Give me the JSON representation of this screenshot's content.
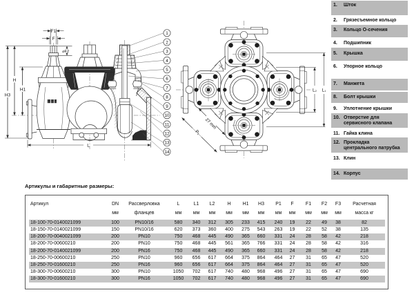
{
  "diagram": {
    "dims": {
      "f1": "F1",
      "f": "F",
      "f2": "⌀F2",
      "h": "H",
      "h1": "H1",
      "h3": "H3",
      "l": "L",
      "l1": "L₁",
      "l2": "L₂",
      "p1": "P₁",
      "d27": "27 mm"
    },
    "callouts": [
      "1",
      "2",
      "3",
      "4",
      "5",
      "6",
      "7",
      "8",
      "9",
      "10",
      "11",
      "12",
      "13",
      "14"
    ]
  },
  "parts_list": {
    "items": [
      {
        "num": "1.",
        "label": "Шток"
      },
      {
        "num": "2.",
        "label": "Грязесъемное кольцо"
      },
      {
        "num": "3.",
        "label": "Кольцо О-сечения"
      },
      {
        "num": "4.",
        "label": "Подшипник"
      },
      {
        "num": "5.",
        "label": "Крышка"
      },
      {
        "num": "6.",
        "label": "Упорное кольцо"
      },
      {
        "num": "7.",
        "label": "Манжета"
      },
      {
        "num": "8.",
        "label": "Болт крышки"
      },
      {
        "num": "9.",
        "label": "Уплотнение крышки"
      },
      {
        "num": "10.",
        "label": "Отверстие для сервисного клапана"
      },
      {
        "num": "11.",
        "label": "Гайка клина"
      },
      {
        "num": "12.",
        "label": "Прокладка центрального патрубка"
      },
      {
        "num": "13.",
        "label": "Клин"
      },
      {
        "num": "14.",
        "label": "Корпус"
      }
    ]
  },
  "table": {
    "title": "Артикулы и габаритные размеры:",
    "columns": [
      {
        "name": "Артикул",
        "unit": ""
      },
      {
        "name": "DN",
        "unit": "мм"
      },
      {
        "name": "Рассверловка",
        "unit": "фланцев"
      },
      {
        "name": "L",
        "unit": "мм"
      },
      {
        "name": "L1",
        "unit": "мм"
      },
      {
        "name": "L2",
        "unit": "мм"
      },
      {
        "name": "H",
        "unit": "мм"
      },
      {
        "name": "H1",
        "unit": "мм"
      },
      {
        "name": "H3",
        "unit": "мм"
      },
      {
        "name": "P1",
        "unit": "мм"
      },
      {
        "name": "F",
        "unit": "мм"
      },
      {
        "name": "F1",
        "unit": "мм"
      },
      {
        "name": "F2",
        "unit": "мм"
      },
      {
        "name": "F3",
        "unit": "мм"
      },
      {
        "name": "Расчетная",
        "unit": "масса кг"
      }
    ],
    "rows": [
      [
        "18-100-70-0140021099",
        "100",
        "PN10/16",
        "580",
        "340",
        "312",
        "305",
        "233",
        "415",
        "240",
        "19",
        "22",
        "49",
        "38",
        "82"
      ],
      [
        "18-150-70-0140021099",
        "150",
        "PN10/16",
        "620",
        "373",
        "360",
        "400",
        "275",
        "543",
        "263",
        "19",
        "22",
        "52",
        "38",
        "135"
      ],
      [
        "18-200-70-0040021099",
        "200",
        "PN10",
        "750",
        "468",
        "445",
        "490",
        "365",
        "660",
        "331",
        "24",
        "28",
        "58",
        "42",
        "218"
      ],
      [
        "18-200-70-00600210",
        "200",
        "PN10",
        "750",
        "468",
        "445",
        "561",
        "365",
        "766",
        "331",
        "24",
        "28",
        "58",
        "42",
        "316"
      ],
      [
        "18-200-70-0140021099",
        "200",
        "PN16",
        "750",
        "468",
        "445",
        "490",
        "365",
        "660",
        "331",
        "24",
        "28",
        "58",
        "42",
        "218"
      ],
      [
        "18-250-70-00600210",
        "250",
        "PN10",
        "960",
        "656",
        "617",
        "664",
        "375",
        "864",
        "464",
        "27",
        "31",
        "65",
        "47",
        "520"
      ],
      [
        "18-250-70-01600210",
        "250",
        "PN16",
        "960",
        "656",
        "617",
        "664",
        "375",
        "864",
        "464",
        "27",
        "31",
        "65",
        "47",
        "520"
      ],
      [
        "18-300-70-00600210",
        "300",
        "PN10",
        "1050",
        "702",
        "617",
        "740",
        "480",
        "968",
        "496",
        "27",
        "31",
        "65",
        "47",
        "690"
      ],
      [
        "18-300-70-01600210",
        "300",
        "PN16",
        "1050",
        "702",
        "617",
        "740",
        "480",
        "968",
        "496",
        "27",
        "31",
        "65",
        "47",
        "690"
      ]
    ]
  }
}
